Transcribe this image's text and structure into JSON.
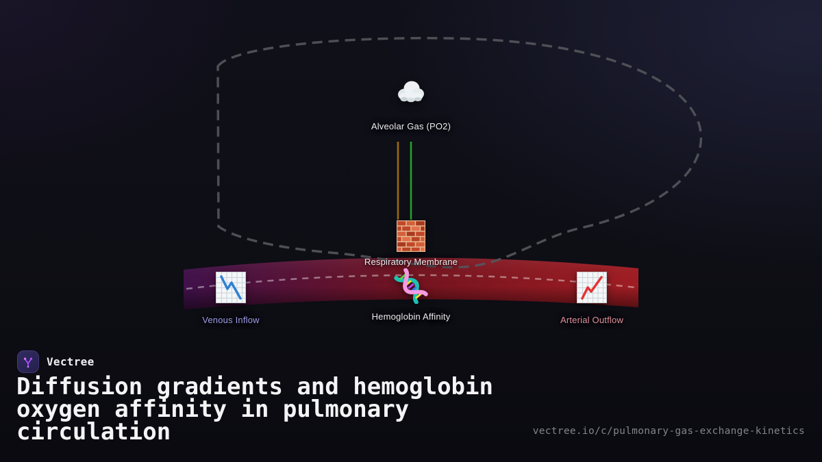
{
  "brand": {
    "name": "Vectree"
  },
  "title": "Diffusion gradients and hemoglobin oxygen affinity in pulmonary circulation",
  "footer_url": "vectree.io/c/pulmonary-gas-exchange-kinetics",
  "nodes": {
    "alveolar": {
      "label": "Alveolar Gas (PO2)",
      "icon": "cloud-icon"
    },
    "membrane": {
      "label": "Respiratory Membrane",
      "icon": "brick-wall-icon"
    },
    "venous": {
      "label": "Venous Inflow",
      "icon": "chart-decreasing-icon"
    },
    "hemoglobin": {
      "label": "Hemoglobin Affinity",
      "icon": "dna-icon"
    },
    "arterial": {
      "label": "Arterial Outflow",
      "icon": "chart-increasing-icon"
    }
  },
  "colors": {
    "venous_label": "#9e9de6",
    "arterial_label": "#e0919b",
    "o2_line": "#26a028",
    "co2_line": "#9c6a0e",
    "vessel_start": "#40114b",
    "vessel_mid": "#72131f",
    "vessel_end": "#a11d23",
    "dashed_outline": "#55555c",
    "flow_dash": "rgba(255,255,255,0.42)"
  }
}
